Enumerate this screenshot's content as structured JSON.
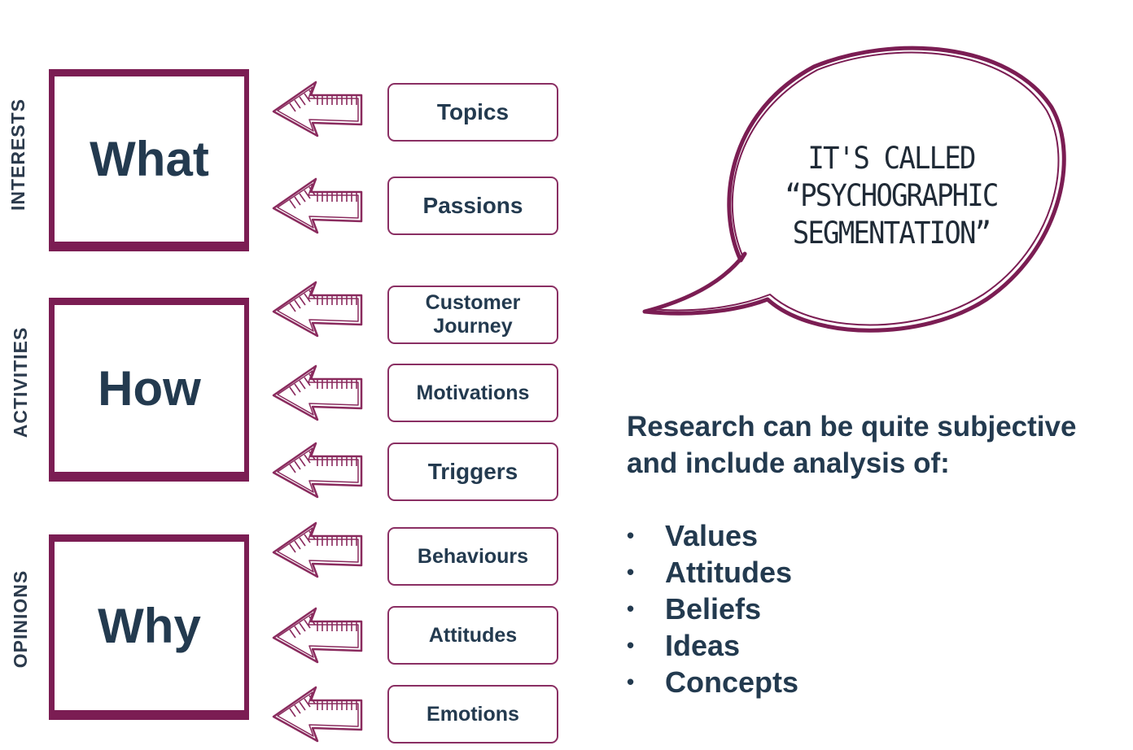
{
  "sections": [
    {
      "side_label": "INTERESTS",
      "box_label": "What",
      "items": [
        {
          "lines": [
            "Topics"
          ]
        },
        {
          "lines": [
            "Passions"
          ]
        }
      ]
    },
    {
      "side_label": "ACTIVITIES",
      "box_label": "How",
      "items": [
        {
          "lines": [
            "Customer",
            "Journey"
          ]
        },
        {
          "lines": [
            "Motivations"
          ]
        },
        {
          "lines": [
            "Triggers"
          ]
        }
      ]
    },
    {
      "side_label": "OPINIONS",
      "box_label": "Why",
      "items": [
        {
          "lines": [
            "Behaviours"
          ]
        },
        {
          "lines": [
            "Attitudes"
          ]
        },
        {
          "lines": [
            "Emotions"
          ]
        }
      ]
    }
  ],
  "speech_bubble": {
    "lines": [
      "IT'S CALLED",
      "“PSYCHOGRAPHIC",
      "SEGMENTATION”"
    ]
  },
  "research": {
    "intro_lines": [
      "Research can be quite subjective",
      "and include analysis of:"
    ],
    "bullet_symbol": "•",
    "bullets": [
      "Values",
      "Attitudes",
      "Beliefs",
      "Ideas",
      "Concepts"
    ]
  },
  "colors": {
    "accent": "#7b1d53",
    "text": "#233a4f"
  },
  "icons": {
    "arrow": "left-arrow-icon"
  }
}
